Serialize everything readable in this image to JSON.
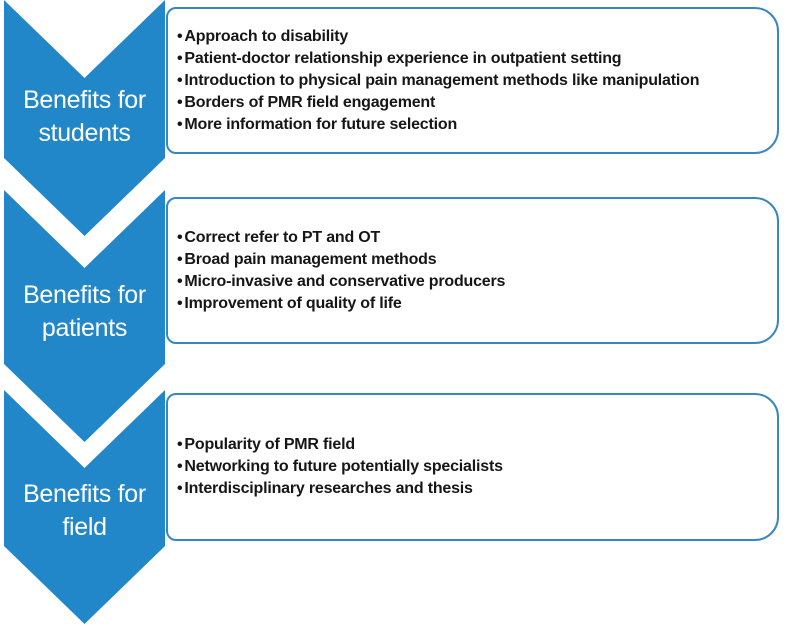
{
  "diagram": {
    "type": "vertical-chevron-list",
    "rows": [
      {
        "label_line1": "Benefits for",
        "label_line2": "students",
        "bullets": [
          "Approach to disability",
          "Patient-doctor relationship experience in outpatient setting",
          "Introduction to physical pain management methods like manipulation",
          "Borders of PMR field engagement",
          "More information for future selection"
        ]
      },
      {
        "label_line1": "Benefits for",
        "label_line2": "patients",
        "bullets": [
          "Correct refer to PT and OT",
          "Broad pain management methods",
          "Micro-invasive and conservative producers",
          "Improvement of quality of life"
        ]
      },
      {
        "label_line1": "Benefits for",
        "label_line2": "field",
        "bullets": [
          "Popularity of PMR field",
          "Networking to future potentially specialists",
          "Interdisciplinary researches and thesis"
        ]
      }
    ],
    "colors": {
      "chevron": "#2187C8",
      "box_border": "#3787C0",
      "box_fill": "#FFFFFF",
      "bullet_text": "#161616",
      "label_text": "#FFFFFF",
      "background": "#FFFFFF"
    }
  }
}
